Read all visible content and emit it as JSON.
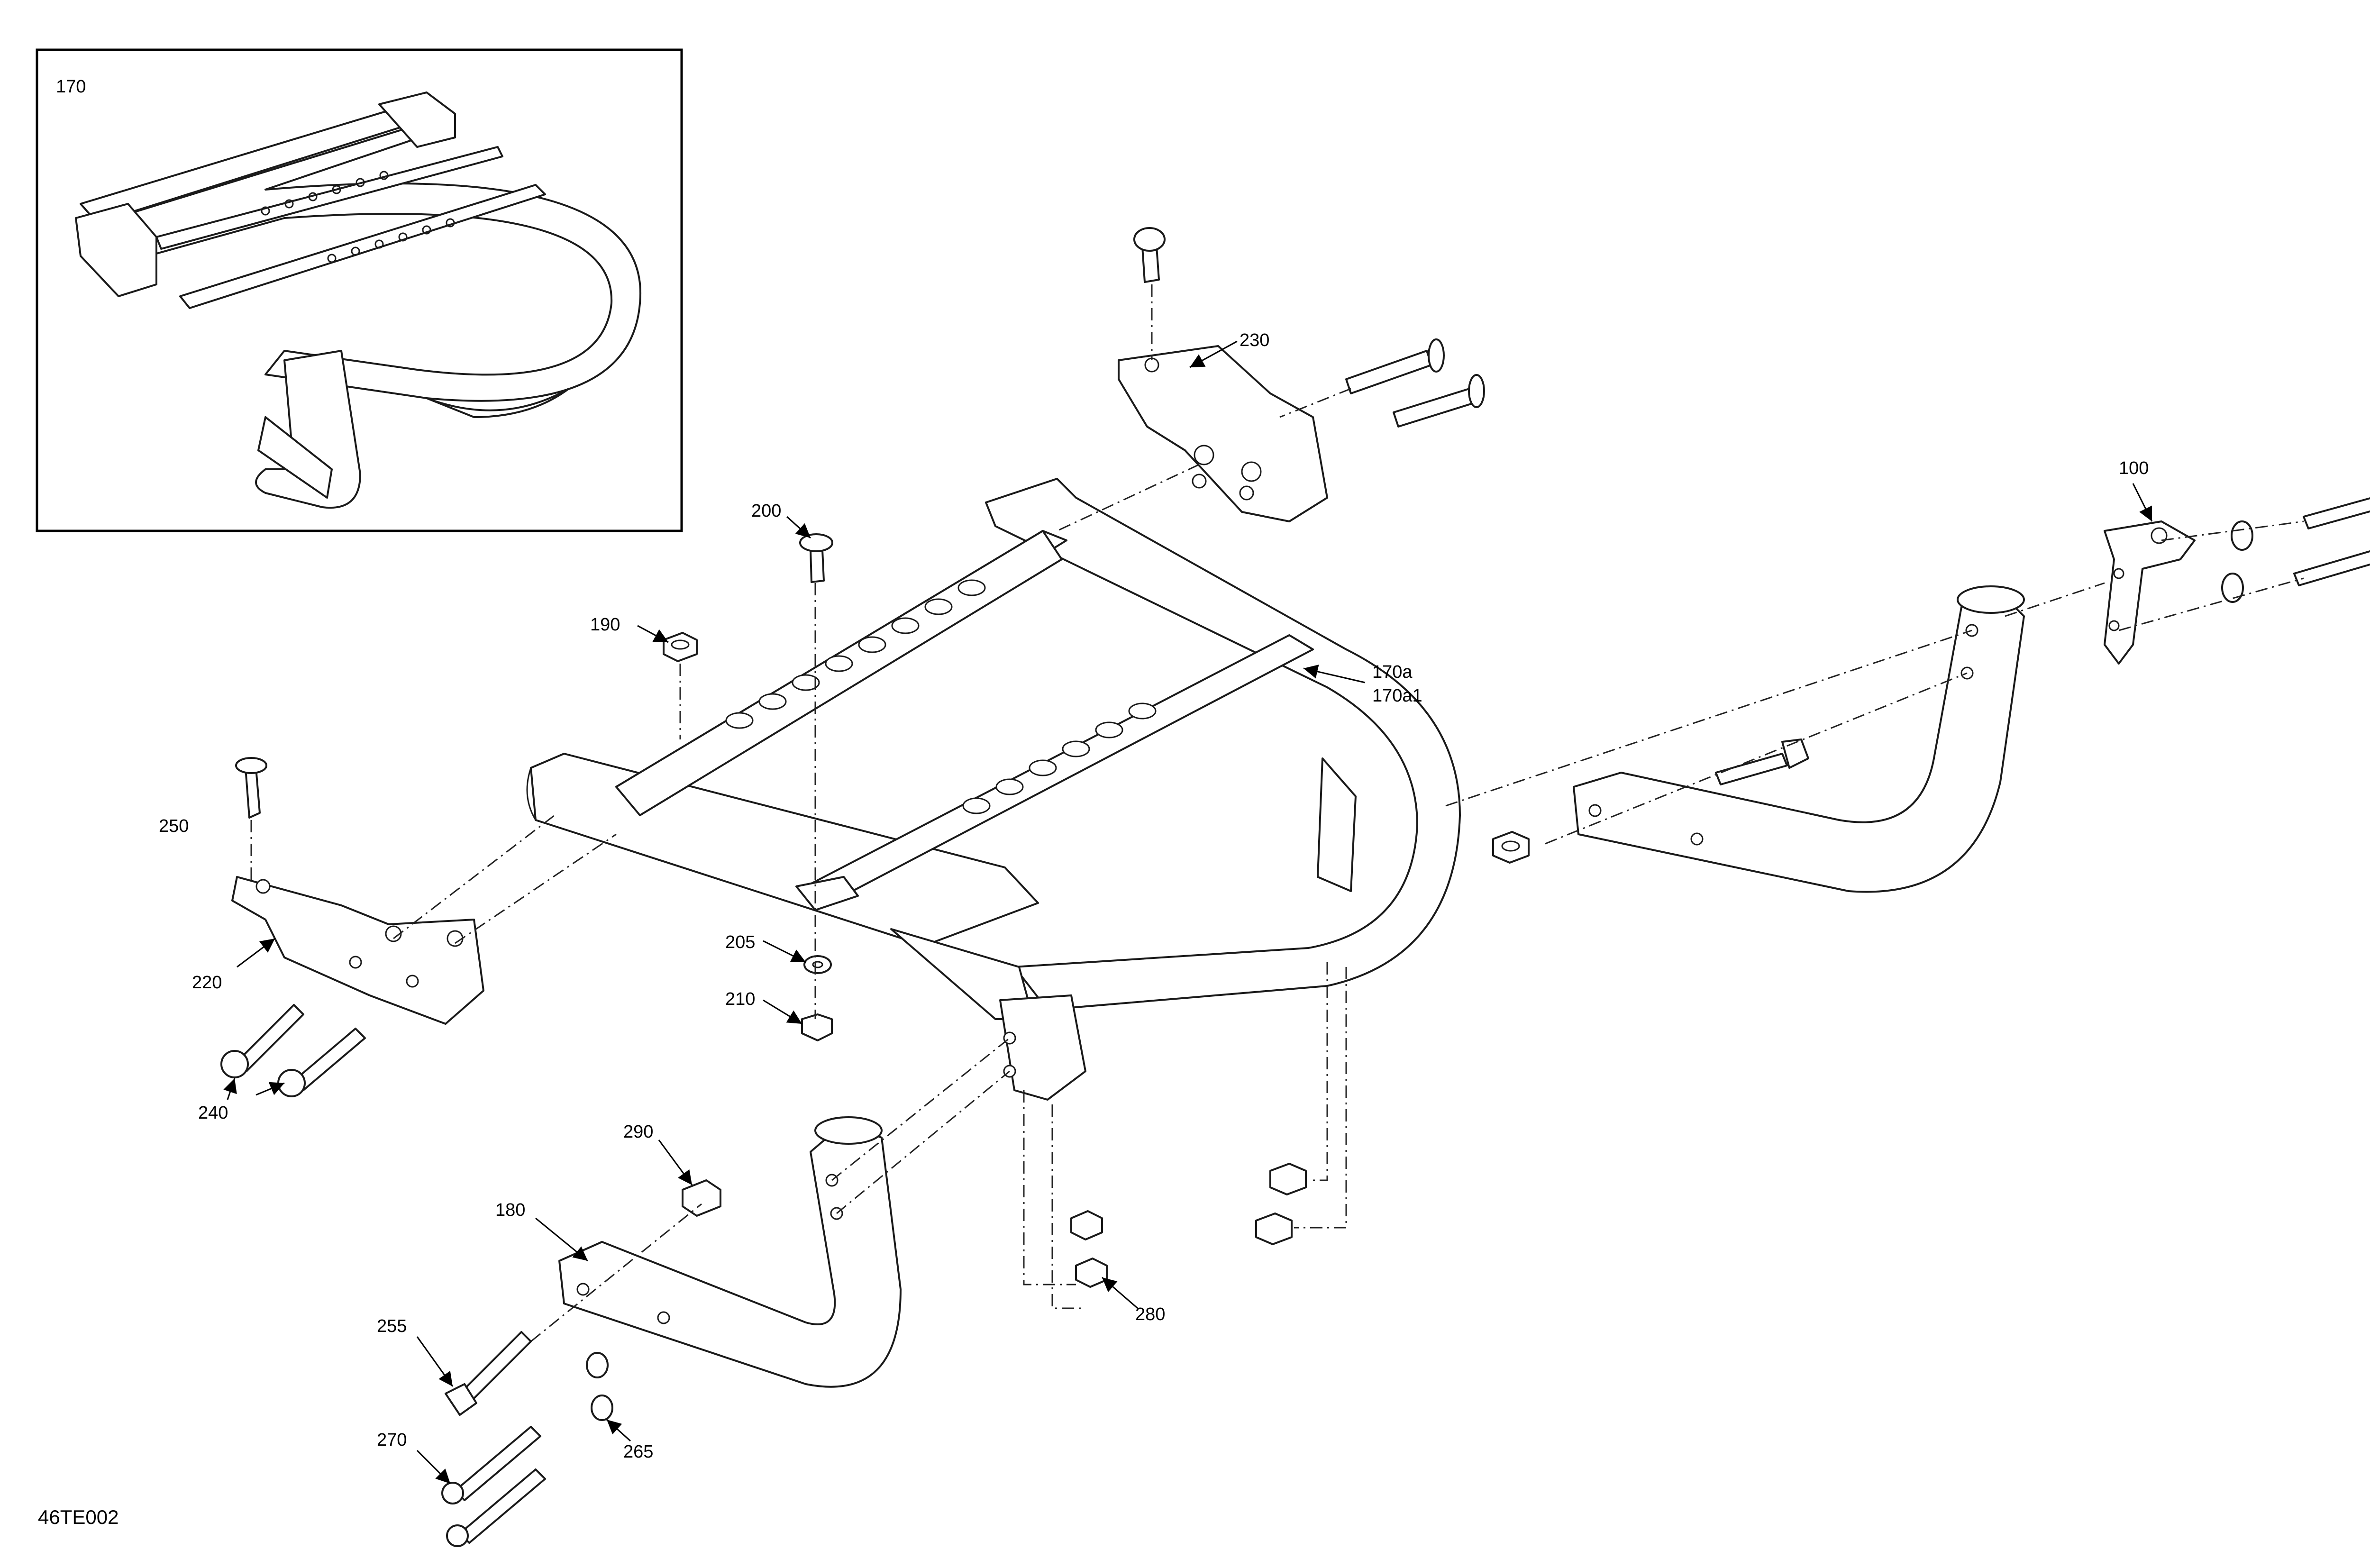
{
  "diagram_code": "46TE002",
  "inset_label": "170",
  "callouts": {
    "c100": "100",
    "c170a": "170a",
    "c170a1": "170a1",
    "c180": "180",
    "c190": "190",
    "c200": "200",
    "c205": "205",
    "c210": "210",
    "c220": "220",
    "c230": "230",
    "c240": "240",
    "c250": "250",
    "c255": "255",
    "c265": "265",
    "c270": "270",
    "c280": "280",
    "c290": "290"
  }
}
